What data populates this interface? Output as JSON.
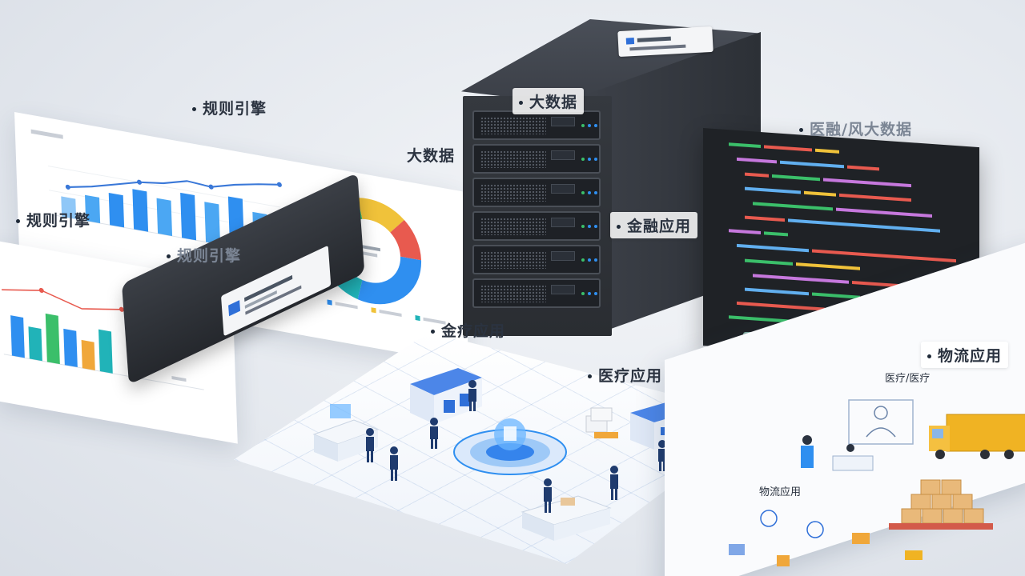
{
  "tags": {
    "rule_engine_1": "规则引擎",
    "rule_engine_2": "规则引擎",
    "rule_engine_3": "规则引擎",
    "big_data_1": "大数据",
    "big_data_2": "大数据",
    "medical_finance_big_data": "医融/风大数据",
    "finance_app": "金融应用",
    "jinliao_app": "金疗应用",
    "medical_app": "医疗应用",
    "logistics_app": "物流应用"
  },
  "board_right": {
    "title_top": "医疗/医疗",
    "title_bottom": "物流应用"
  },
  "colors": {
    "accent_blue": "#2f8ff0",
    "accent_teal": "#21b3b8",
    "accent_orange": "#f0a73a",
    "accent_red": "#e85a4f",
    "accent_green": "#3bbf6a",
    "server_dark": "#2c3036",
    "code_bg": "#1f2226"
  },
  "icons": [
    "server-icon",
    "truck-icon",
    "doctor-icon",
    "box-icon",
    "warehouse-icon",
    "hologram-icon",
    "code-editor-icon"
  ]
}
